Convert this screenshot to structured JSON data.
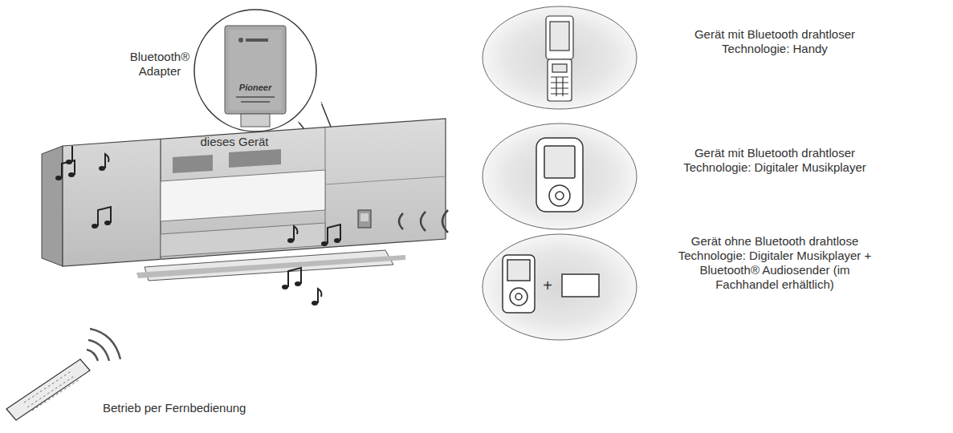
{
  "diagram": {
    "labels": [
      "Bluetooth® Adapter",
      "dieses Gerät",
      "Gerät mit Bluetooth drahtloser Technologie: Handy",
      "Gerät mit Bluetooth drahtloser Technologie: Digitaler Musikplayer",
      "Gerät ohne Bluetooth drahtlose Technologie: Digitaler Musikplayer + Bluetooth® Audiosender (im Fachhandel erhältlich)",
      "Betrieb per Fernbedienung",
      "Pioneer",
      "+"
    ]
  }
}
